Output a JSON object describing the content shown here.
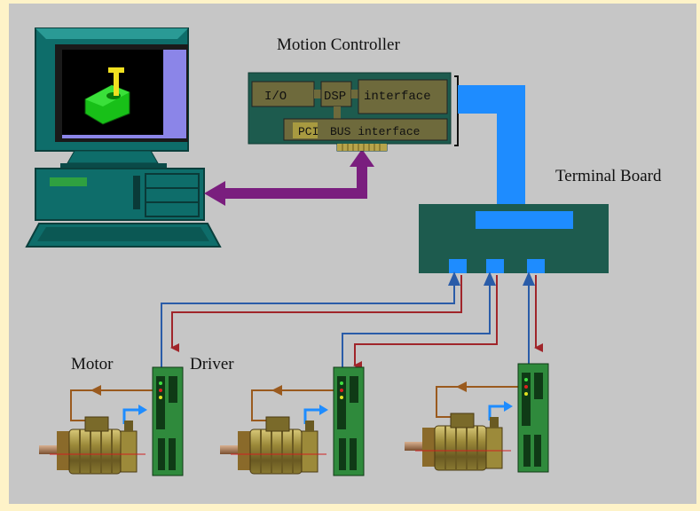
{
  "labels": {
    "motion_controller": "Motion Controller",
    "terminal_board": "Terminal Board",
    "motor": "Motor",
    "driver": "Driver"
  },
  "controller_card": {
    "io": "I/O",
    "dsp": "DSP",
    "interface": "interface",
    "pci": "PCI",
    "bus_interface": "BUS interface"
  },
  "colors": {
    "background": "#c6c6c6",
    "frame": "#fef3c8",
    "board_green": "#1d5b4e",
    "chip_olive": "#6e6a3c",
    "cable_blue": "#1e8cff",
    "pci_link_purple": "#7a1e7e",
    "signal_blue": "#2a5ca8",
    "signal_red": "#a0252a",
    "feedback_brown": "#9a5a1e",
    "driver_green": "#2f8a3c",
    "motor_olive": "#8a7a2a"
  }
}
